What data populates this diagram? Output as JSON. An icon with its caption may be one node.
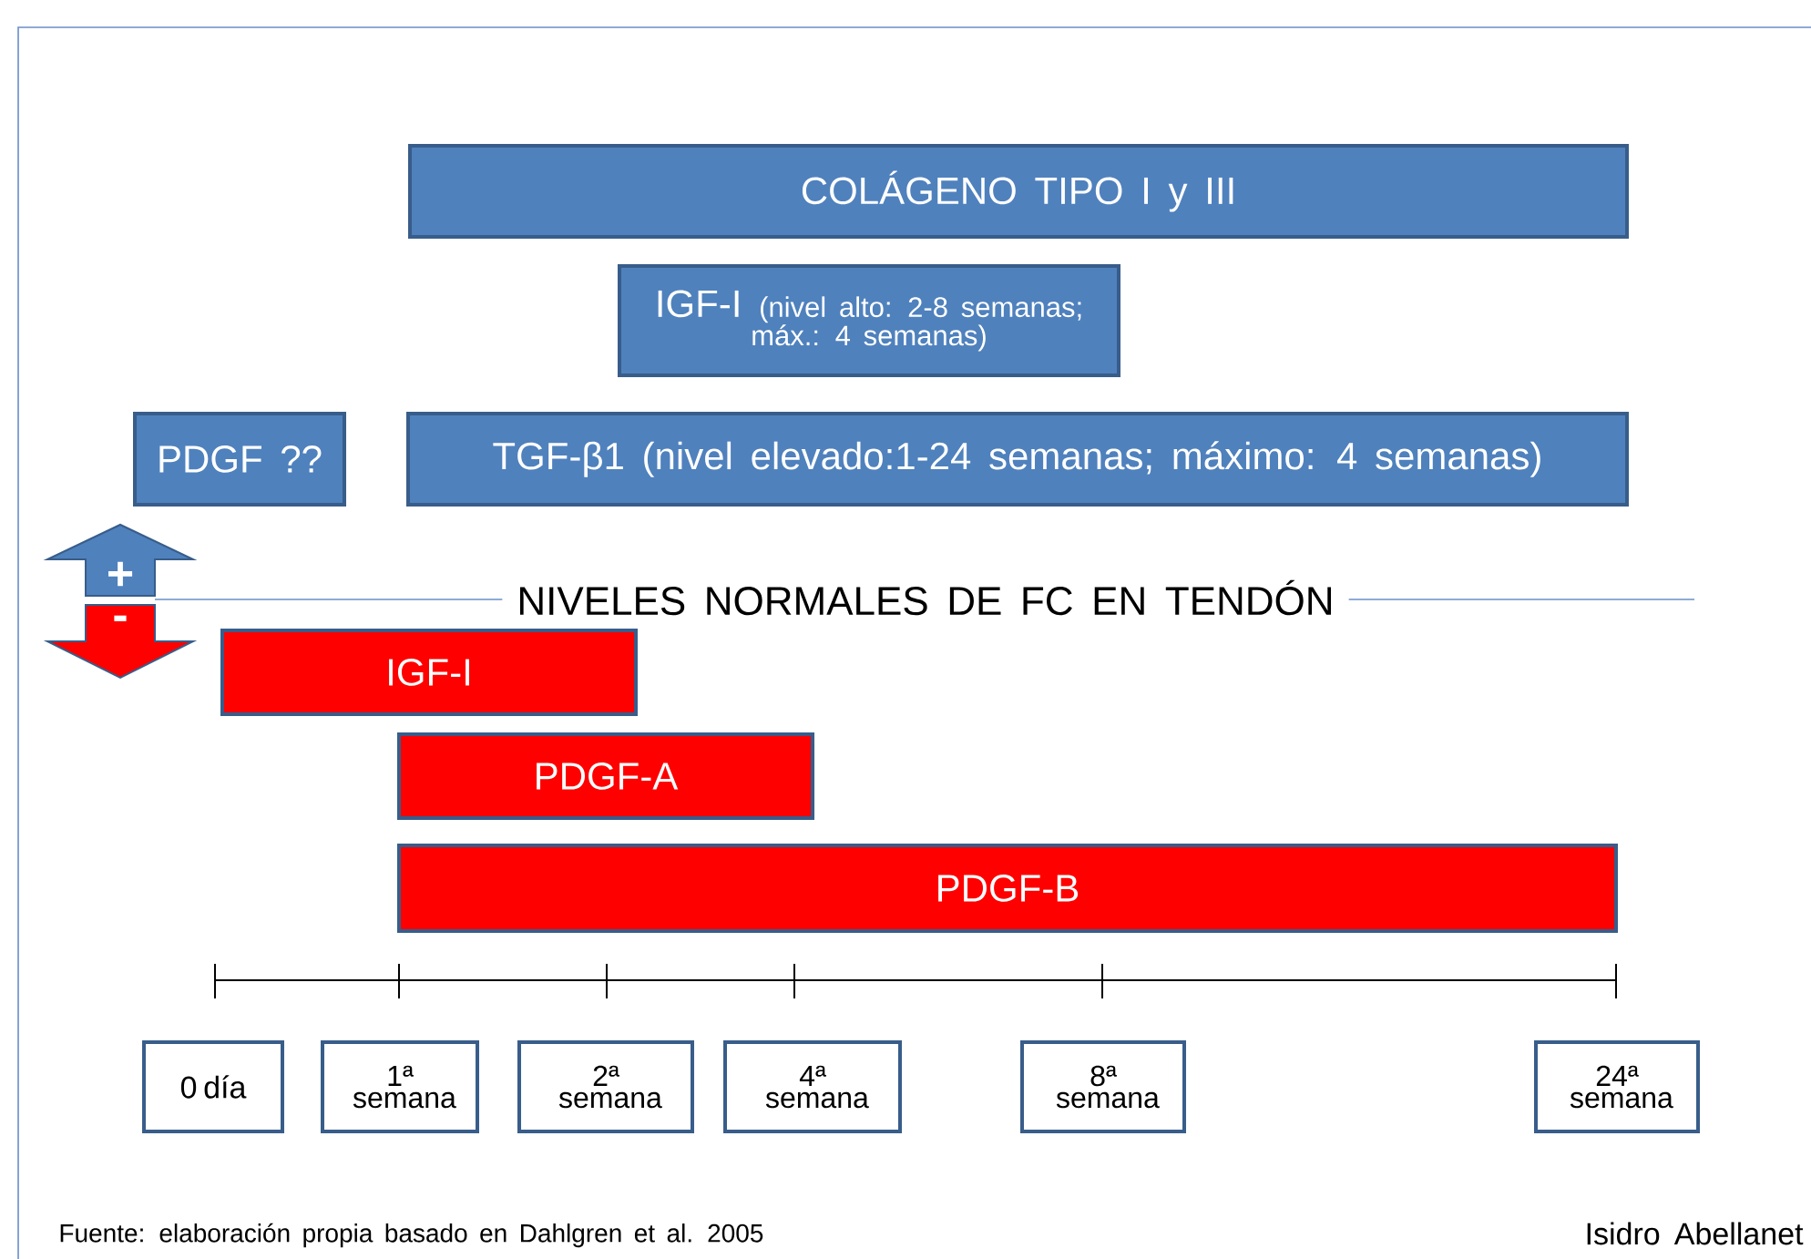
{
  "diagram": {
    "nodes": [
      {
        "text": [
          "COLÁGENO TIPO I y III"
        ]
      },
      {
        "text": [
          "IGF-I",
          "(nivel alto: 2-8 semanas; máx.: 4 semanas)"
        ]
      },
      {
        "text": [
          "PDGF ??"
        ]
      },
      {
        "text": [
          "TGF-β1 (nivel elevado:1-24 semanas; máximo: 4 semanas)"
        ]
      },
      {
        "text": [
          "+"
        ]
      },
      {
        "text": [
          "-"
        ]
      },
      {
        "text": [
          "IGF-I"
        ]
      },
      {
        "text": [
          "PDGF-A"
        ]
      },
      {
        "text": [
          "PDGF-B"
        ]
      },
      {
        "text": [
          "0 día"
        ]
      },
      {
        "text": [
          "1ª semana"
        ]
      },
      {
        "text": [
          "2ª semana"
        ]
      },
      {
        "text": [
          "4ª semana"
        ]
      },
      {
        "text": [
          "8ª semana"
        ]
      },
      {
        "text": [
          "24ª semana"
        ]
      }
    ],
    "labels": [
      "NIVELES NORMALES DE FC EN TENDÓN",
      "Fuente: elaboración propia basado en Dahlgren et al. 2005",
      "Isidro Abellanet"
    ]
  }
}
